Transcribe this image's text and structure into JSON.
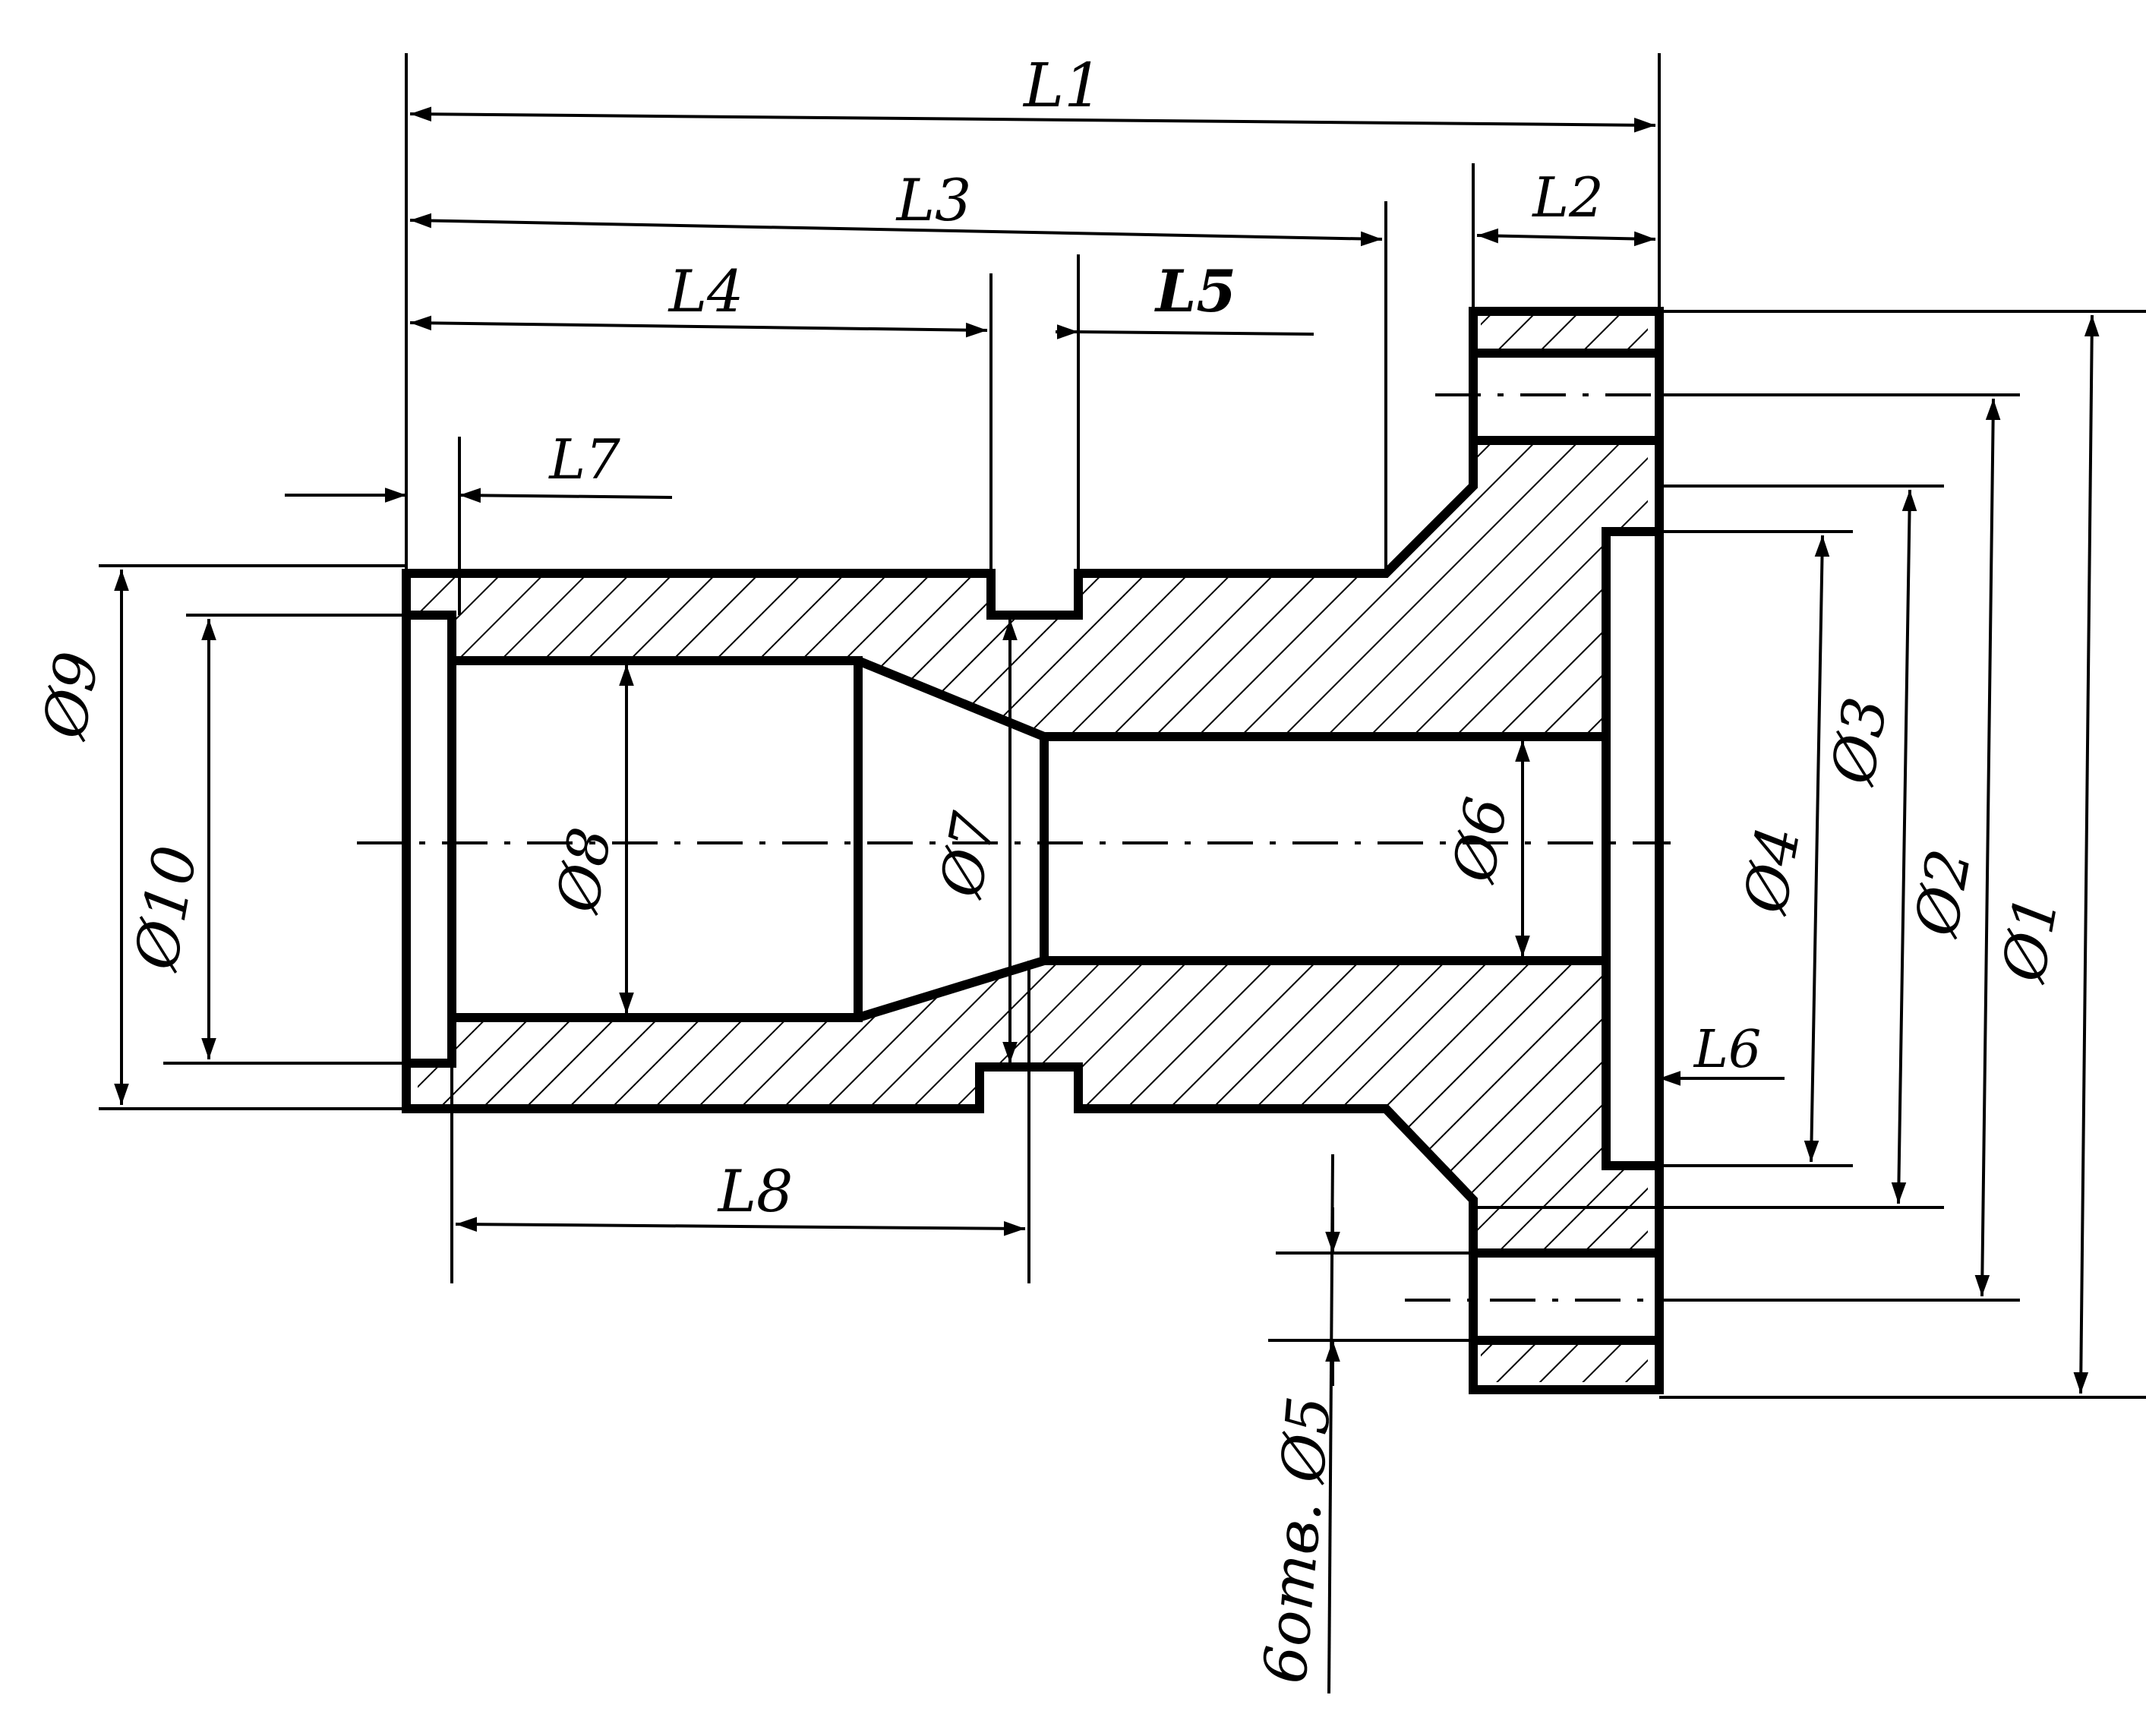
{
  "labels": {
    "L1": "L1",
    "L2": "L2",
    "L3": "L3",
    "L4": "L4",
    "L5": "L5",
    "L6": "L6",
    "L7": "L7",
    "L8": "L8",
    "D1": "Ø1",
    "D2": "Ø2",
    "D3": "Ø3",
    "D4": "Ø4",
    "D5": "6отв. Ø5",
    "D6": "Ø6",
    "D7": "Ø7",
    "D8": "Ø8",
    "D9": "Ø9",
    "D10": "Ø10"
  }
}
